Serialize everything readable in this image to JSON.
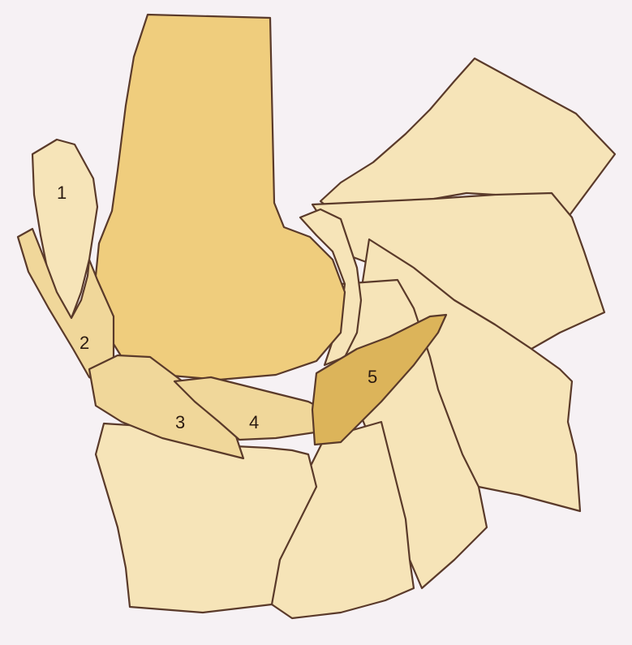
{
  "figure": {
    "labels": [
      "1",
      "2",
      "3",
      "4",
      "5"
    ]
  },
  "colors": {
    "background": "#f6f1f4",
    "light_bone": "#f6e4b8",
    "mid_bone": "#f0d79a",
    "main_bone": "#efcd7d",
    "dark_bone": "#dcb45a",
    "outline": "#5a3a2a"
  }
}
